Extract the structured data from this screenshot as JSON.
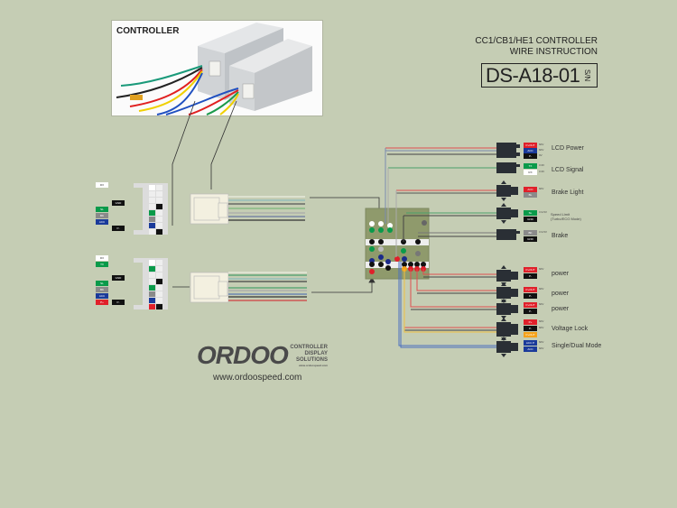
{
  "header": {
    "title_line1": "CC1/CB1/HE1 CONTROLLER",
    "title_line2": "WIRE INSTRUCTION",
    "model_code": "DS-A18-01",
    "model_suffix": "S/N"
  },
  "photo": {
    "label": "CONTROLLER"
  },
  "left_connector_top": {
    "pins": [
      {
        "label": "RX",
        "color": "#ffffff",
        "text": "#333333"
      },
      {
        "label": "GND",
        "color": "#111111",
        "text": "#ffffff"
      },
      {
        "label": "SL",
        "color": "#0a9a4a",
        "text": "#ffffff"
      },
      {
        "label": "BK",
        "color": "#8a8a8a",
        "text": "#ffffff"
      },
      {
        "label": "ACC",
        "color": "#1a3a9a",
        "text": "#ffffff"
      },
      {
        "label": "P-",
        "color": "#111111",
        "text": "#ffffff"
      }
    ]
  },
  "left_connector_bottom": {
    "pins": [
      {
        "label": "RX",
        "color": "#ffffff",
        "text": "#333333"
      },
      {
        "label": "TX",
        "color": "#0a9a4a",
        "text": "#ffffff"
      },
      {
        "label": "GND",
        "color": "#111111",
        "text": "#ffffff"
      },
      {
        "label": "SL",
        "color": "#0a9a4a",
        "text": "#ffffff"
      },
      {
        "label": "BK",
        "color": "#8a8a8a",
        "text": "#ffffff"
      },
      {
        "label": "ACC",
        "color": "#1a3a9a",
        "text": "#ffffff"
      },
      {
        "label": "P+",
        "color": "#e0202a",
        "text": "#ffffff"
      },
      {
        "label": "P-",
        "color": "#111111",
        "text": "#ffffff"
      }
    ]
  },
  "outputs": [
    {
      "name": "LCD Power",
      "pins": [
        {
          "label": "P+OUT",
          "color": "#e0202a",
          "volt": "60V"
        },
        {
          "label": "ACC",
          "color": "#1a3a9a",
          "volt": "60V"
        },
        {
          "label": "P-",
          "color": "#111111",
          "volt": "0V"
        }
      ]
    },
    {
      "name": "LCD Signal",
      "pins": [
        {
          "label": "TX",
          "color": "#0a9a4a",
          "volt": "3.3V"
        },
        {
          "label": "RX",
          "color": "#ffffff",
          "volt": "3.3V"
        }
      ]
    },
    {
      "name": "Brake Light",
      "pins": [
        {
          "label": "ACC",
          "color": "#e0202a",
          "volt": "60V"
        },
        {
          "label": "BL",
          "color": "#8a8a8a",
          "volt": ""
        }
      ]
    },
    {
      "name": "Speed Limit",
      "sub": "(Turbo/ECO Mode)",
      "pins": [
        {
          "label": "SL",
          "color": "#0a9a4a",
          "volt": "3.3-5V"
        },
        {
          "label": "GND",
          "color": "#111111",
          "volt": ""
        }
      ]
    },
    {
      "name": "Brake",
      "pins": [
        {
          "label": "BK",
          "color": "#8a8a8a",
          "volt": "3.3-5V"
        },
        {
          "label": "GND",
          "color": "#111111",
          "volt": ""
        }
      ]
    },
    {
      "name": "power",
      "pins": [
        {
          "label": "P+OUT",
          "color": "#e0202a",
          "volt": "60V"
        },
        {
          "label": "P-",
          "color": "#111111",
          "volt": ""
        }
      ]
    },
    {
      "name": "power",
      "pins": [
        {
          "label": "P+OUT",
          "color": "#e0202a",
          "volt": "60V"
        },
        {
          "label": "P-",
          "color": "#111111",
          "volt": ""
        }
      ]
    },
    {
      "name": "power",
      "pins": [
        {
          "label": "P+OUT",
          "color": "#e0202a",
          "volt": "60V"
        },
        {
          "label": "P-",
          "color": "#111111",
          "volt": ""
        }
      ]
    },
    {
      "name": "Voltage Lock",
      "pins": [
        {
          "label": "P+",
          "color": "#e0202a",
          "volt": "60V"
        },
        {
          "label": "P-",
          "color": "#111111",
          "volt": "60V"
        },
        {
          "label": "P+OUT",
          "color": "#f5a21a",
          "volt": ""
        }
      ]
    },
    {
      "name": "Single/Dual Mode",
      "pins": [
        {
          "label": "ACC P",
          "color": "#1a3a9a",
          "volt": "60V"
        },
        {
          "label": "ACC",
          "color": "#1a3a9a",
          "volt": "60V"
        }
      ]
    }
  ],
  "logo": {
    "brand": "ORDOO",
    "tag1": "CONTROLLER",
    "tag2": "DISPLAY",
    "tag3": "SOLUTIONS",
    "tag_url": "www.ordoospeed.com",
    "url": "www.ordoospeed.com"
  }
}
